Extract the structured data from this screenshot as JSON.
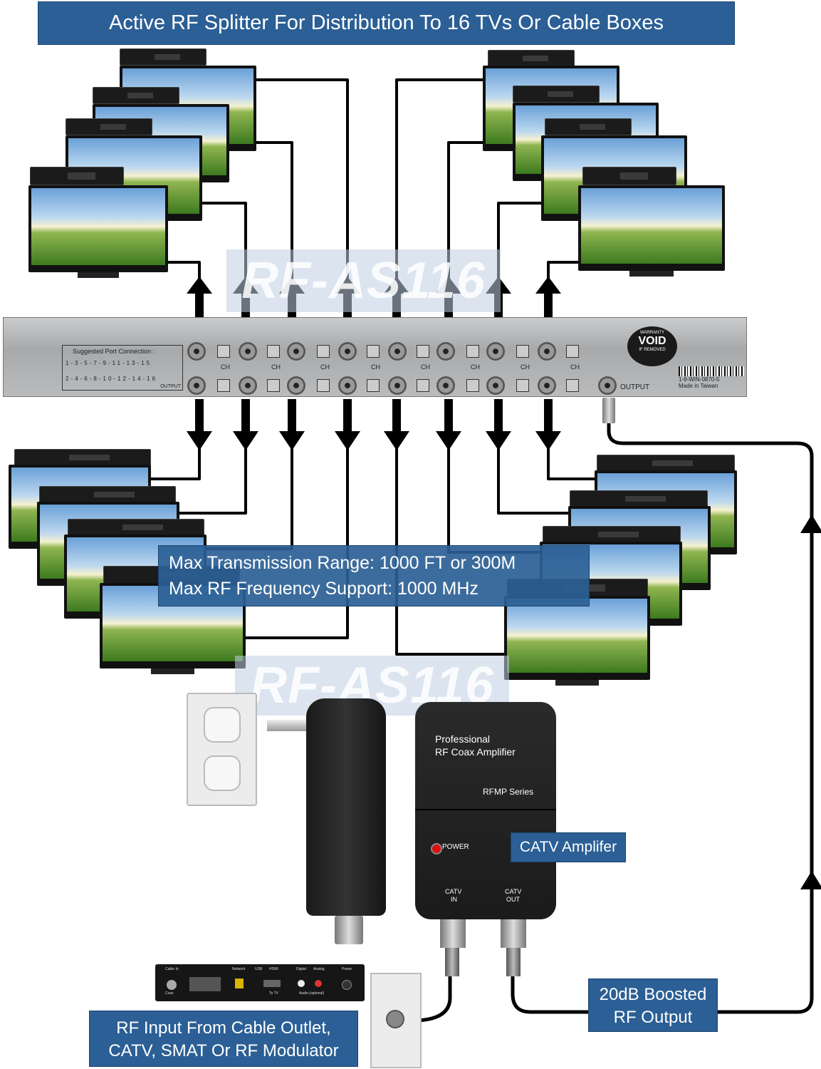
{
  "title": "Active RF Splitter For Distribution To 16 TVs Or Cable Boxes",
  "watermark": "RF-AS116",
  "specs": {
    "line1": "Max Transmission Range: 1000 FT or 300M",
    "line2": "Max RF Frequency Support: 1000 MHz"
  },
  "splitter": {
    "suggested_label": "Suggested Port Connection :",
    "output_small": "OUTPUT",
    "ch_label": "CH",
    "output_label": "OUTPUT",
    "warranty_top": "WARRANTY",
    "void": "VOID",
    "warranty_bottom": "IF REMOVED",
    "serial": "1-9-WIN-0870-5",
    "made_in": "Made in Taiwan",
    "top_ports": [
      "1",
      "3",
      "5",
      "7",
      "9",
      "11",
      "13",
      "15"
    ],
    "bottom_ports": [
      "2",
      "4",
      "6",
      "8",
      "10",
      "12",
      "14",
      "16"
    ]
  },
  "amplifier": {
    "brand_line1": "Professional",
    "brand_line2": "RF Coax Amplifier",
    "series": "RFMP Series",
    "power": "POWER",
    "in_label_1": "CATV",
    "in_label_2": "IN",
    "out_label_1": "CATV",
    "out_label_2": "OUT",
    "caption": "CATV Amplifer"
  },
  "boosted": {
    "line1": "20dB Boosted",
    "line2": "RF Output"
  },
  "input": {
    "line1": "RF Input From Cable Outlet,",
    "line2": "CATV, SMAT Or RF Modulator"
  },
  "cable_box": {
    "labels": [
      "Cable In",
      "Coax",
      "Network",
      "USB",
      "HDMI",
      "To TV",
      "Digital",
      "Analog",
      "Audio (optional)",
      "Power"
    ]
  },
  "colors": {
    "banner": "#2b5f95",
    "banner_text": "#ffffff",
    "cable": "#000000"
  }
}
